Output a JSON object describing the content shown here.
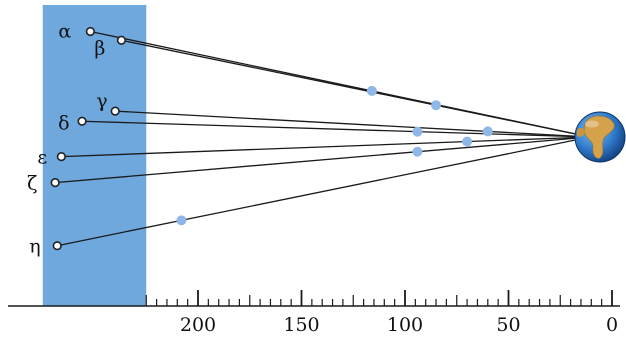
{
  "colors": {
    "panel": "#6fa8dc",
    "line": "#1a1a1a",
    "marker": "#8fb8e8",
    "star_fill": "#ffffff",
    "star_stroke": "#222222"
  },
  "icons": {
    "earth": "earth-globe-icon"
  },
  "stars": [
    {
      "id": "alpha",
      "label": "α",
      "distance": 252,
      "direction": 0.865
    },
    {
      "id": "beta",
      "label": "β",
      "distance": 237,
      "direction": 0.793
    },
    {
      "id": "gamma",
      "label": "γ",
      "distance": 240,
      "direction": 0.212
    },
    {
      "id": "delta",
      "label": "δ",
      "distance": 256,
      "direction": 0.129
    },
    {
      "id": "epsilon",
      "label": "ε",
      "distance": 266,
      "direction": -0.161
    },
    {
      "id": "zeta",
      "label": "ζ",
      "distance": 269,
      "direction": -0.374
    },
    {
      "id": "eta",
      "label": "η",
      "distance": 268,
      "direction": -0.891
    }
  ],
  "markers": [
    {
      "star": "alpha",
      "distance": 116
    },
    {
      "star": "beta",
      "distance": 85
    },
    {
      "star": "gamma",
      "distance": 60
    },
    {
      "star": "delta",
      "distance": 94
    },
    {
      "star": "epsilon",
      "distance": 70
    },
    {
      "star": "zeta",
      "distance": 94
    },
    {
      "star": "eta",
      "distance": 208
    }
  ],
  "scale": {
    "min": 0,
    "max": 275,
    "minor_step": 5,
    "major_step": 50,
    "tick_labels": [
      "200",
      "150",
      "100",
      "50",
      "0"
    ],
    "tick_values": [
      200,
      150,
      100,
      50,
      0
    ]
  },
  "panel_max_distance": 225
}
